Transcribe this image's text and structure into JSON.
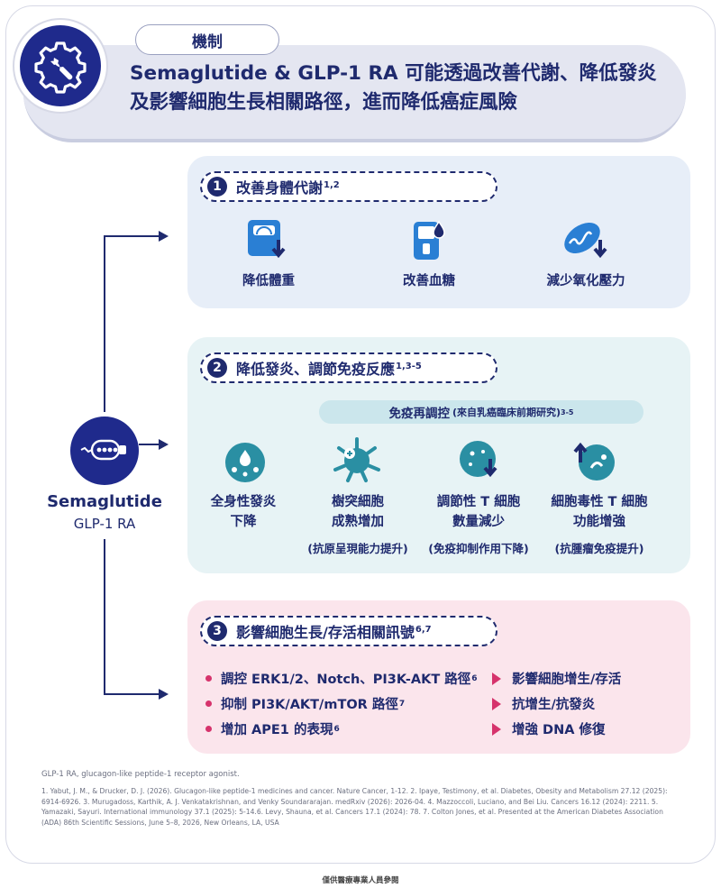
{
  "header": {
    "tag": "機制",
    "title_line1": "Semaglutide & GLP-1 RA 可能透過改善代謝、降低發炎",
    "title_line2": "及影響細胞生長相關路徑，進而降低癌症風險"
  },
  "drug": {
    "name": "Semaglutide",
    "class": "GLP-1 RA"
  },
  "section1": {
    "number": "1",
    "title": "改善身體代謝",
    "ref": "1,2",
    "items": [
      {
        "label": "降低體重",
        "icon": "scale-down-icon"
      },
      {
        "label": "改善血糖",
        "icon": "glucose-meter-icon"
      },
      {
        "label": "減少氧化壓力",
        "icon": "mitochondria-down-icon"
      }
    ]
  },
  "section2": {
    "number": "2",
    "title": "降低發炎、調節免疫反應",
    "ref": "1,3-5",
    "immune_title": "免疫再調控",
    "immune_note": "(來自乳癌臨床前期研究)",
    "immune_ref": "3-5",
    "items": [
      {
        "line1": "全身性發炎",
        "line2": "下降",
        "sub": "",
        "icon": "inflammation-cell-icon"
      },
      {
        "line1": "樹突細胞",
        "line2": "成熟增加",
        "sub": "(抗原呈現能力提升)",
        "icon": "dendritic-cell-icon"
      },
      {
        "line1": "調節性 T 細胞",
        "line2": "數量減少",
        "sub": "(免疫抑制作用下降)",
        "icon": "treg-cell-down-icon"
      },
      {
        "line1": "細胞毒性 T 細胞",
        "line2": "功能增強",
        "sub": "(抗腫瘤免疫提升)",
        "icon": "cytotoxic-tcell-up-icon"
      }
    ]
  },
  "section3": {
    "number": "3",
    "title": "影響細胞生長/存活相關訊號",
    "ref": "6,7",
    "left": [
      {
        "text": "調控 ERK1/2、Notch、PI3K-AKT 路徑",
        "ref": "6"
      },
      {
        "text": "抑制 PI3K/AKT/mTOR 路徑",
        "ref": "7"
      },
      {
        "text": "增加 APE1 的表現",
        "ref": "6"
      }
    ],
    "right": [
      {
        "text": "影響細胞增生/存活"
      },
      {
        "text": "抗增生/抗發炎"
      },
      {
        "text": "增強 DNA 修復"
      }
    ]
  },
  "footer": {
    "abbreviation": "GLP-1 RA, glucagon-like peptide-1 receptor agonist.",
    "references": "1. Yabut, J. M., & Drucker, D. J. (2026). Glucagon-like peptide-1 medicines and cancer. Nature Cancer, 1-12. 2. Ipaye, Testimony, et al. Diabetes, Obesity and Metabolism 27.12 (2025): 6914-6926. 3. Murugadoss, Karthik, A. J. Venkatakrishnan, and Venky Soundararajan. medRxiv (2026): 2026-04. 4. Mazzoccoli, Luciano, and Bei Liu. Cancers 16.12 (2024): 2211. 5. Yamazaki, Sayuri. International immunology 37.1 (2025): 5-14.6. Levy, Shauna, et al. Cancers 17.1 (2024): 78. 7. Colton Jones, et al. Presented at the American Diabetes Association (ADA) 86th Scientific Sessions, June 5–8, 2026, New Orleans, LA, USA",
    "note": "僅供醫療專業人員參閱"
  },
  "colors": {
    "navy": "#1f2a6e",
    "accent_blue": "#2a7fd4",
    "teal": "#2a8fa3",
    "pink": "#d6336c",
    "panel1_bg": "#e7eef8",
    "panel2_bg": "#e7f3f5",
    "panel3_bg": "#fbe5ec"
  }
}
